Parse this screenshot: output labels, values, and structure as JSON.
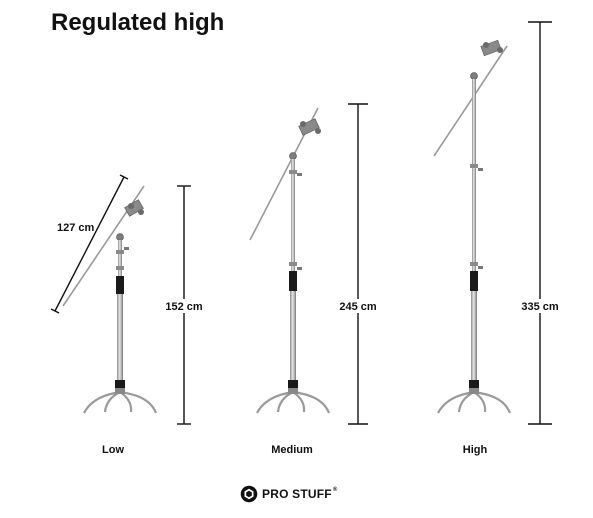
{
  "title": "Regulated high",
  "measures": {
    "arm_length": "127 cm",
    "low_height": "152 cm",
    "medium_height": "245 cm",
    "high_height": "335 cm"
  },
  "captions": {
    "low": "Low",
    "medium": "Medium",
    "high": "High"
  },
  "brand": {
    "name": "PRO STUFF",
    "mark": "®"
  },
  "colors": {
    "text": "#111111",
    "metal": "#a9a9a9",
    "metal_dark": "#6e6e6e",
    "grip": "#1a1a1a"
  }
}
